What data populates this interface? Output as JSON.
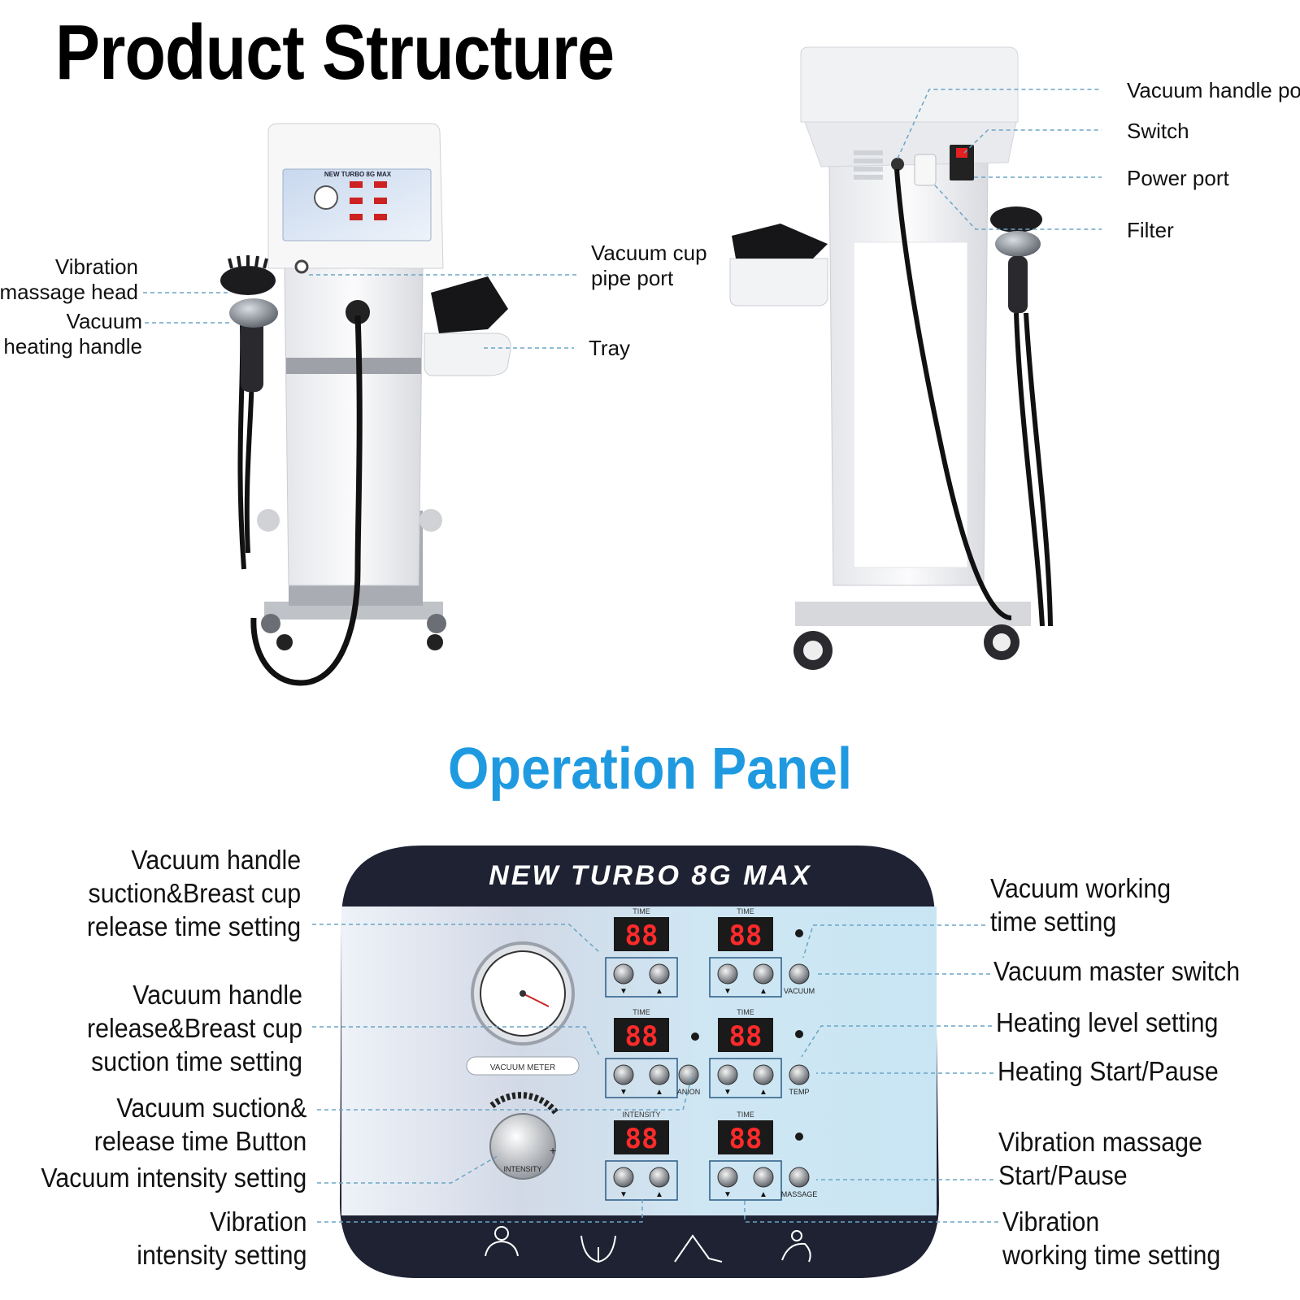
{
  "titles": {
    "product_structure": "Product Structure",
    "operation_panel": "Operation Panel"
  },
  "machine": {
    "panel_brand": "NEW TURBO 8G MAX"
  },
  "front_labels": {
    "vibration_massage_head": [
      "Vibration",
      "massage head"
    ],
    "vacuum_heating_handle": [
      "Vacuum",
      "heating handle"
    ],
    "vacuum_cup_pipe_port": [
      "Vacuum cup",
      "pipe port"
    ],
    "tray": "Tray"
  },
  "back_labels": {
    "vacuum_handle_port": "Vacuum handle port",
    "switch": "Switch",
    "power_port": "Power port",
    "filter": "Filter"
  },
  "panel": {
    "brand": "NEW TURBO 8G MAX",
    "display_value": "88",
    "captions": {
      "time": "TIME",
      "intensity": "INTENSITY",
      "vacuum": "VACUUM",
      "anion": "ANION",
      "temp": "TEMP",
      "massage": "MASSAGE",
      "vacuum_meter": "VACUUM METER",
      "intensity_knob": "INTENSITY"
    }
  },
  "panel_labels_left": {
    "suction_release_time": [
      "Vacuum handle",
      "suction&Breast cup",
      "release time setting"
    ],
    "release_suction_time": [
      "Vacuum handle",
      "release&Breast cup",
      "suction time setting"
    ],
    "suction_release_button": [
      "Vacuum suction&",
      "release time Button"
    ],
    "vacuum_intensity": [
      "Vacuum intensity setting"
    ],
    "vibration_intensity": [
      "Vibration",
      "intensity setting"
    ]
  },
  "panel_labels_right": {
    "vacuum_working_time": [
      "Vacuum working",
      "time setting"
    ],
    "vacuum_master_switch": [
      "Vacuum master switch"
    ],
    "heating_level": [
      "Heating level setting"
    ],
    "heating_start_pause": [
      "Heating Start/Pause"
    ],
    "vibration_start_pause": [
      "Vibration massage",
      "Start/Pause"
    ],
    "vibration_working_time": [
      "Vibration",
      "working time setting"
    ]
  },
  "colors": {
    "title_blue": "#1f9ae0",
    "leader_line": "#6aa5c6",
    "display_red": "#ff2a2a",
    "panel_dark": "#1e2233",
    "panel_light": "#d9ecf5"
  }
}
